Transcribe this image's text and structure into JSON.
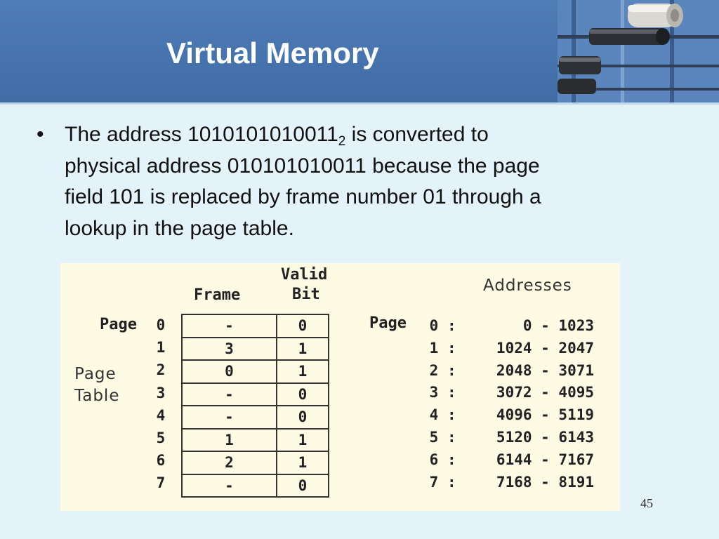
{
  "slide": {
    "title": "Virtual Memory",
    "number": "45"
  },
  "bullet": {
    "marker": "•",
    "line1_pre": "The address 1010101010011",
    "line1_sub": "2",
    "line1_post": " is converted to",
    "line2": "physical address 010101010011 because the page",
    "line3": "field 101 is replaced by frame number 01 through a",
    "line4": "lookup in the page table."
  },
  "figure": {
    "valid_header_line1": "Valid",
    "valid_header_line2": "Bit",
    "frame_header": "Frame",
    "page_label": "Page",
    "page_table_line1": "Page",
    "page_table_line2": "Table",
    "addresses_header": "Addresses",
    "addr_page_label": "Page",
    "page_table_rows": [
      {
        "page": "0",
        "frame": "-",
        "valid": "0"
      },
      {
        "page": "1",
        "frame": "3",
        "valid": "1"
      },
      {
        "page": "2",
        "frame": "0",
        "valid": "1"
      },
      {
        "page": "3",
        "frame": "-",
        "valid": "0"
      },
      {
        "page": "4",
        "frame": "-",
        "valid": "0"
      },
      {
        "page": "5",
        "frame": "1",
        "valid": "1"
      },
      {
        "page": "6",
        "frame": "2",
        "valid": "1"
      },
      {
        "page": "7",
        "frame": "-",
        "valid": "0"
      }
    ],
    "address_rows": [
      {
        "page": "0",
        "sep": ":",
        "range": "0 - 1023"
      },
      {
        "page": "1",
        "sep": ":",
        "range": "1024 - 2047"
      },
      {
        "page": "2",
        "sep": ":",
        "range": "2048 - 3071"
      },
      {
        "page": "3",
        "sep": ":",
        "range": "3072 - 4095"
      },
      {
        "page": "4",
        "sep": ":",
        "range": "4096 - 5119"
      },
      {
        "page": "5",
        "sep": ":",
        "range": "5120 - 6143"
      },
      {
        "page": "6",
        "sep": ":",
        "range": "6144 - 7167"
      },
      {
        "page": "7",
        "sep": ":",
        "range": "7168 - 8191"
      }
    ]
  },
  "colors": {
    "header_blue": "#4673ad",
    "slide_background": "#e4f3fa",
    "figure_background": "#fdfbe3"
  },
  "decor": {
    "header_image": "abacus-beads-image"
  }
}
